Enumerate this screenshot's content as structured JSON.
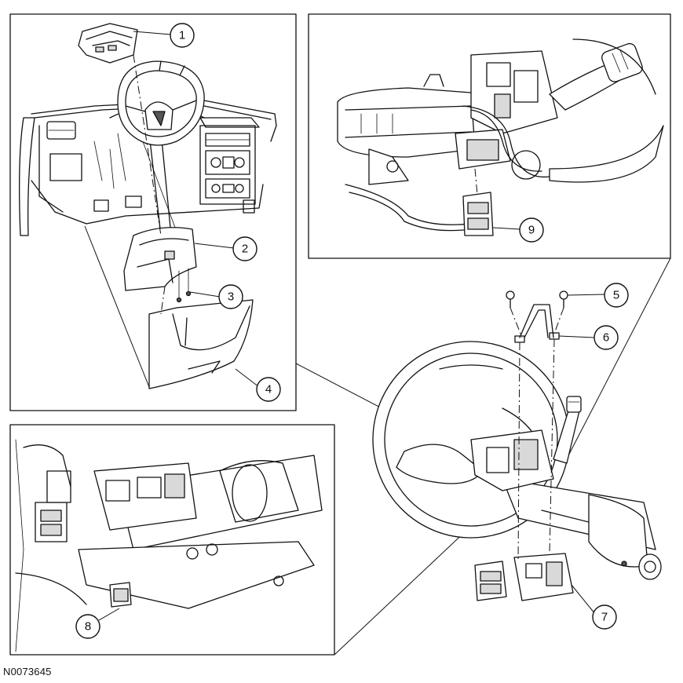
{
  "figure_id": "N0073645",
  "callouts": [
    {
      "key": "c1",
      "label": "1"
    },
    {
      "key": "c2",
      "label": "2"
    },
    {
      "key": "c3",
      "label": "3"
    },
    {
      "key": "c4",
      "label": "4"
    },
    {
      "key": "c5",
      "label": "5"
    },
    {
      "key": "c6",
      "label": "6"
    },
    {
      "key": "c7",
      "label": "7"
    },
    {
      "key": "c8",
      "label": "8"
    },
    {
      "key": "c9",
      "label": "9"
    }
  ]
}
